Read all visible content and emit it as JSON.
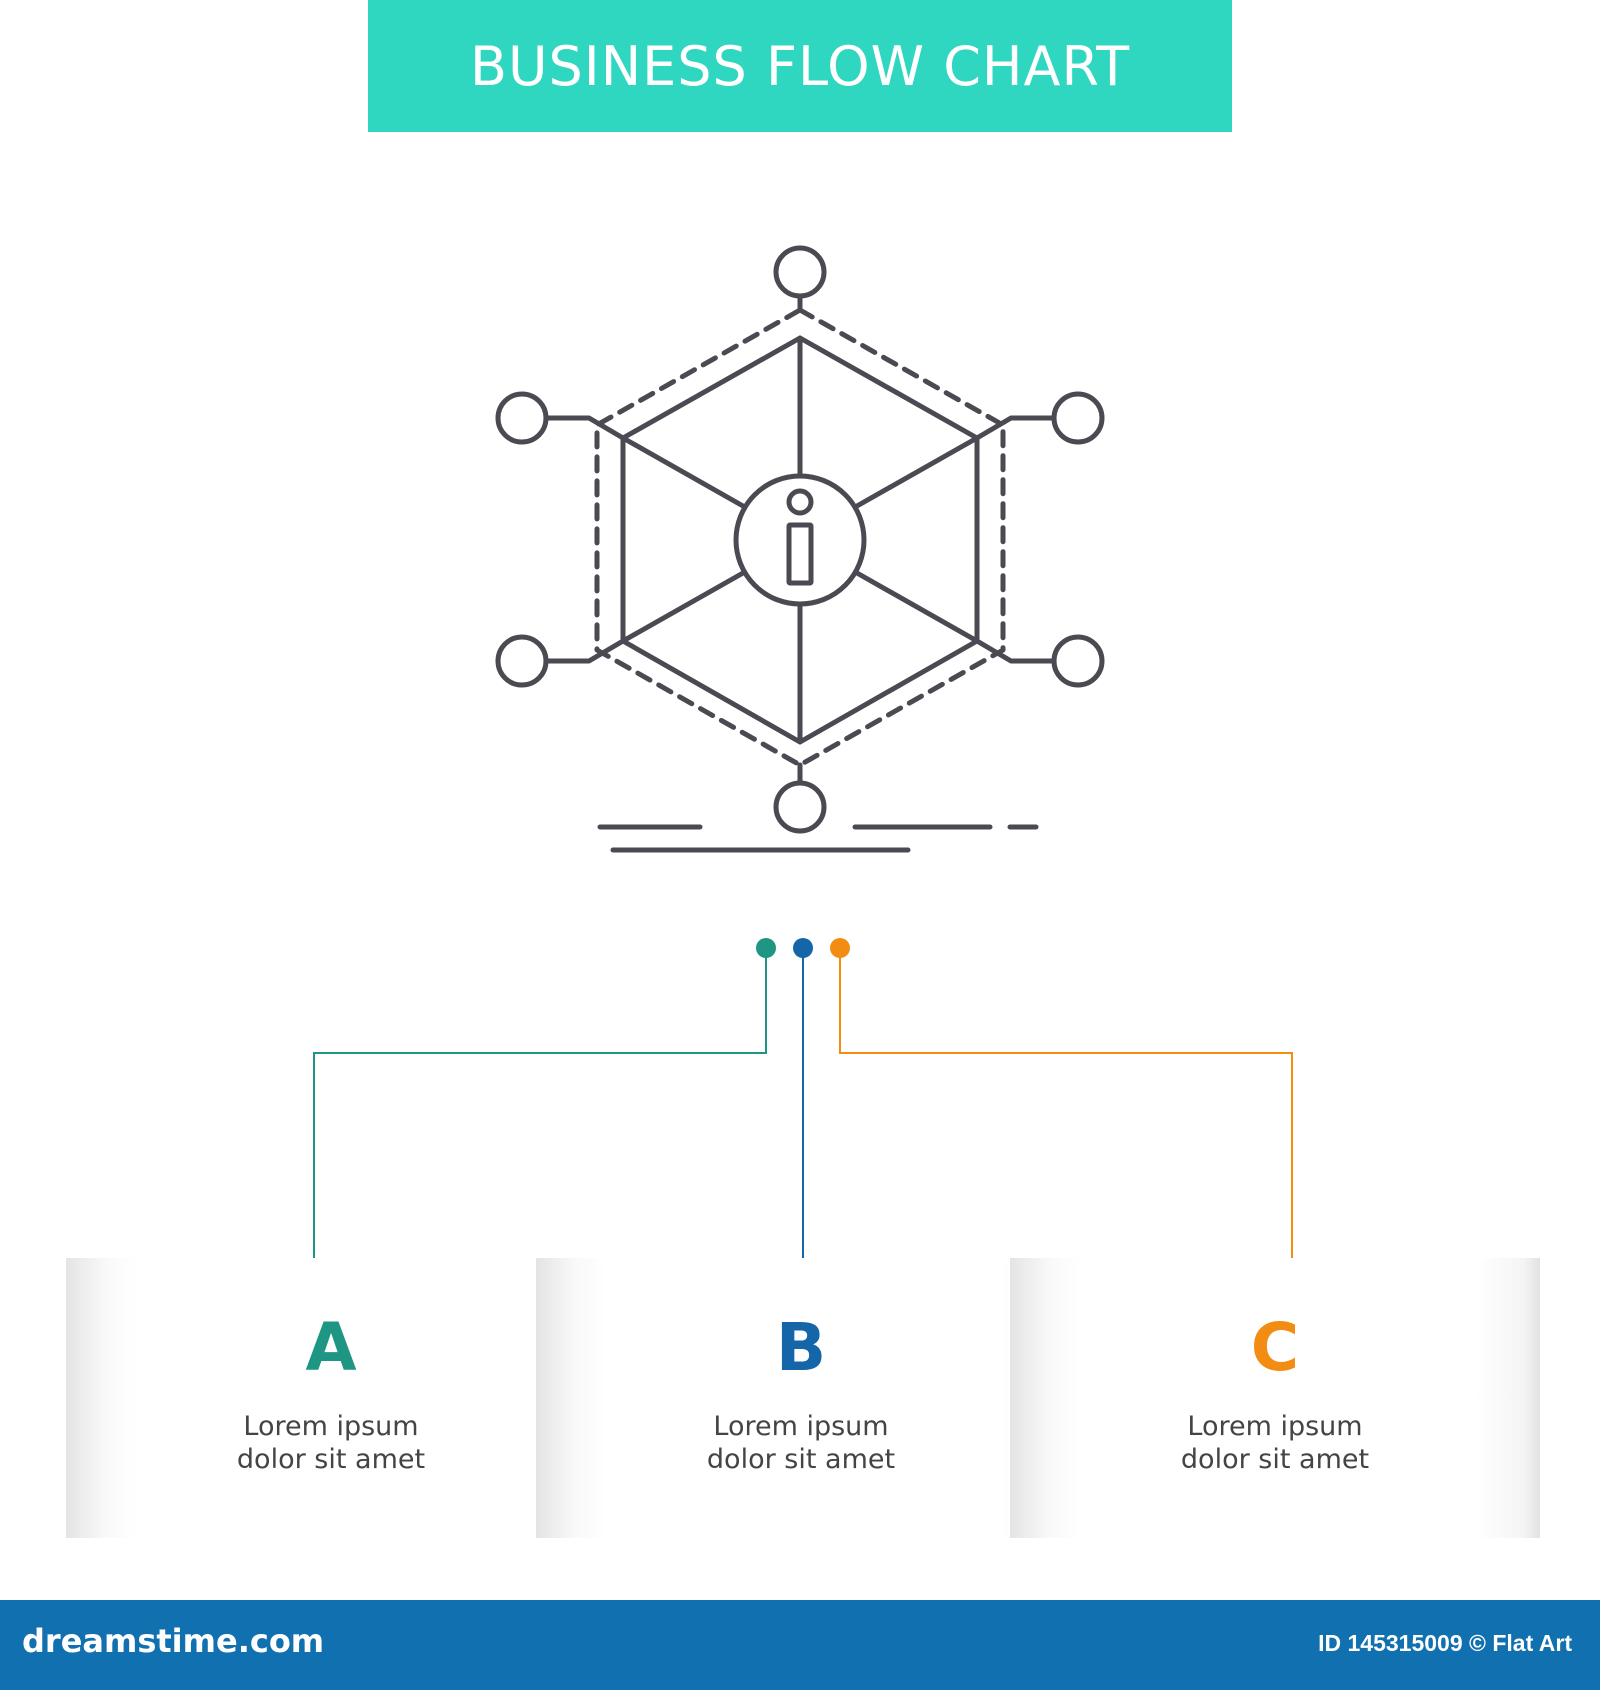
{
  "title": "BUSINESS FLOW CHART",
  "colors": {
    "banner": "#2fd6c0",
    "icon_stroke": "#4a4a52",
    "a": "#1e9683",
    "b": "#1565a9",
    "c": "#f28c12",
    "footer": "#1170b0"
  },
  "center_icon": "info-network-icon",
  "options": [
    {
      "letter": "A",
      "line1": "Lorem ipsum",
      "line2": "dolor sit amet"
    },
    {
      "letter": "B",
      "line1": "Lorem ipsum",
      "line2": "dolor sit amet"
    },
    {
      "letter": "C",
      "line1": "Lorem ipsum",
      "line2": "dolor sit amet"
    }
  ],
  "footer": {
    "left": "dreamstime.com",
    "right": "ID 145315009 © Flat Art"
  }
}
